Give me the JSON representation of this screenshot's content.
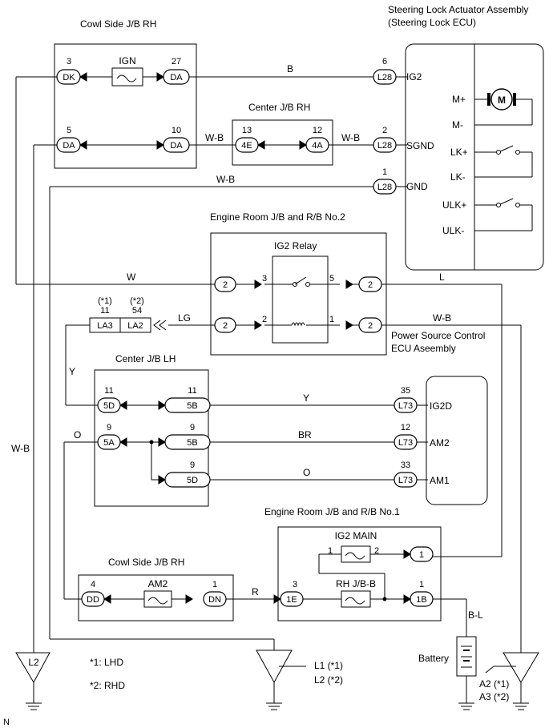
{
  "modules": {
    "cowl_rh_top": "Cowl Side J/B RH",
    "actuator_line1": "Steering Lock Actuator Assembly",
    "actuator_line2": "(Steering Lock ECU)",
    "center_rh": "Center J/B RH",
    "engine_rb2": "Engine Room J/B and R/B No.2",
    "ig2_relay": "IG2 Relay",
    "center_lh": "Center J/B LH",
    "power_line1": "Power Source Control",
    "power_line2": "ECU Aseembly",
    "engine_rb1": "Engine Room J/B and R/B No.1",
    "cowl_rh_bottom": "Cowl Side J/B RH"
  },
  "fuses": {
    "ign": "IGN",
    "ig2_main": "IG2 MAIN",
    "rh_jbb": "RH J/B-B",
    "am2": "AM2"
  },
  "connectors": {
    "cowl_dk": {
      "pin": "3",
      "label": "DK"
    },
    "cowl_da1": {
      "pin": "27",
      "label": "DA"
    },
    "cowl_da2": {
      "pin": "5",
      "label": "DA"
    },
    "cowl_da3": {
      "pin": "10",
      "label": "DA"
    },
    "crh_4e": {
      "pin": "13",
      "label": "4E"
    },
    "crh_4a": {
      "pin": "12",
      "label": "4A"
    },
    "act_ig2": {
      "pin": "6",
      "label": "L28",
      "term": "IG2"
    },
    "act_sgnd": {
      "pin": "2",
      "label": "L28",
      "term": "SGND"
    },
    "act_gnd": {
      "pin": "1",
      "label": "L28",
      "term": "GND"
    },
    "relay_l1": {
      "label": "2",
      "pin": "3"
    },
    "relay_r1": {
      "label": "2",
      "pin": "5"
    },
    "relay_l2": {
      "label": "2",
      "pin": "2"
    },
    "relay_r2": {
      "label": "2",
      "pin": "1"
    },
    "la3": {
      "pin": "11",
      "label": "LA3",
      "note": "(*1)"
    },
    "la2": {
      "pin": "54",
      "label": "LA2",
      "note": "(*2)"
    },
    "clh_5d_a": {
      "pin": "11",
      "label": "5D"
    },
    "clh_5b_a": {
      "pin": "11",
      "label": "5B"
    },
    "clh_5a": {
      "pin": "9",
      "label": "5A"
    },
    "clh_5b_b": {
      "pin": "9",
      "label": "5B"
    },
    "clh_5d_b": {
      "pin": "9",
      "label": "5D"
    },
    "pwr_ig2d": {
      "pin": "35",
      "label": "L73",
      "term": "IG2D"
    },
    "pwr_am2": {
      "pin": "12",
      "label": "L73",
      "term": "AM2"
    },
    "pwr_am1": {
      "pin": "33",
      "label": "L73",
      "term": "AM1"
    },
    "rb1_1": {
      "label": "1"
    },
    "rb1_1e": {
      "pin": "3",
      "label": "1E"
    },
    "rb1_1b": {
      "pin": "1",
      "label": "1B"
    },
    "cowl_dd": {
      "pin": "4",
      "label": "DD"
    },
    "cowl_dn": {
      "pin": "1",
      "label": "DN"
    }
  },
  "fuse_pins": {
    "ig2_main_in": "1",
    "ig2_main_out": "2"
  },
  "relay_coil_pins": {
    "sw_left": "3",
    "sw_right": "5",
    "coil_left": "2",
    "coil_right": "1"
  },
  "actuator_terms": [
    "M+",
    "M-",
    "LK+",
    "LK-",
    "ULK+",
    "ULK-"
  ],
  "motor_symbol": "M",
  "wires": {
    "ig2_b": "B",
    "sgnd_wb1": "W-B",
    "sgnd_wb2": "W-B",
    "gnd_wb": "W-B",
    "relay_w": "W",
    "relay_l": "L",
    "relay_lg": "LG",
    "relay_wb": "W-B",
    "y_left": "Y",
    "y_mid": "Y",
    "br": "BR",
    "o_left": "O",
    "o_mid": "O",
    "wb_left": "W-B",
    "r": "R",
    "bl": "B-L"
  },
  "grounds": {
    "l2": "L2",
    "l1_line1": "L1 (*1)",
    "l1_line2": "L2 (*2)",
    "a2_line1": "A2 (*1)",
    "a2_line2": "A3 (*2)"
  },
  "battery": "Battery",
  "notes": {
    "lhd": "*1: LHD",
    "rhd": "*2: RHD"
  },
  "corner_mark": "N"
}
